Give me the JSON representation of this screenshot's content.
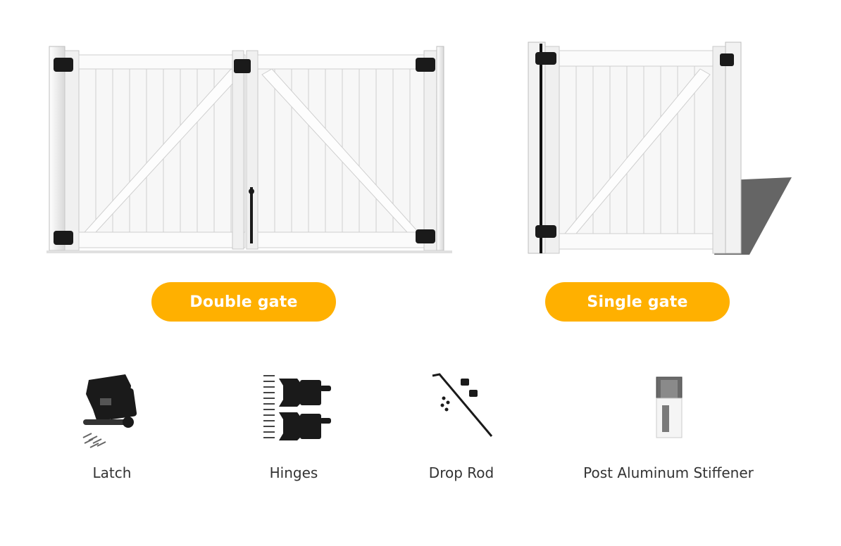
{
  "gates": {
    "double": {
      "label": "Double gate"
    },
    "single": {
      "label": "Single gate"
    }
  },
  "accessories": [
    {
      "label": "Latch",
      "icon": "latch-icon"
    },
    {
      "label": "Hinges",
      "icon": "hinges-icon"
    },
    {
      "label": "Drop Rod",
      "icon": "drop-rod-icon"
    },
    {
      "label": "Post Aluminum Stiffener",
      "icon": "post-stiffener-icon"
    }
  ],
  "colors": {
    "accent": "#FFB000",
    "label_text": "#333333",
    "hardware": "#1a1a1a",
    "vinyl": "#f4f4f4"
  }
}
